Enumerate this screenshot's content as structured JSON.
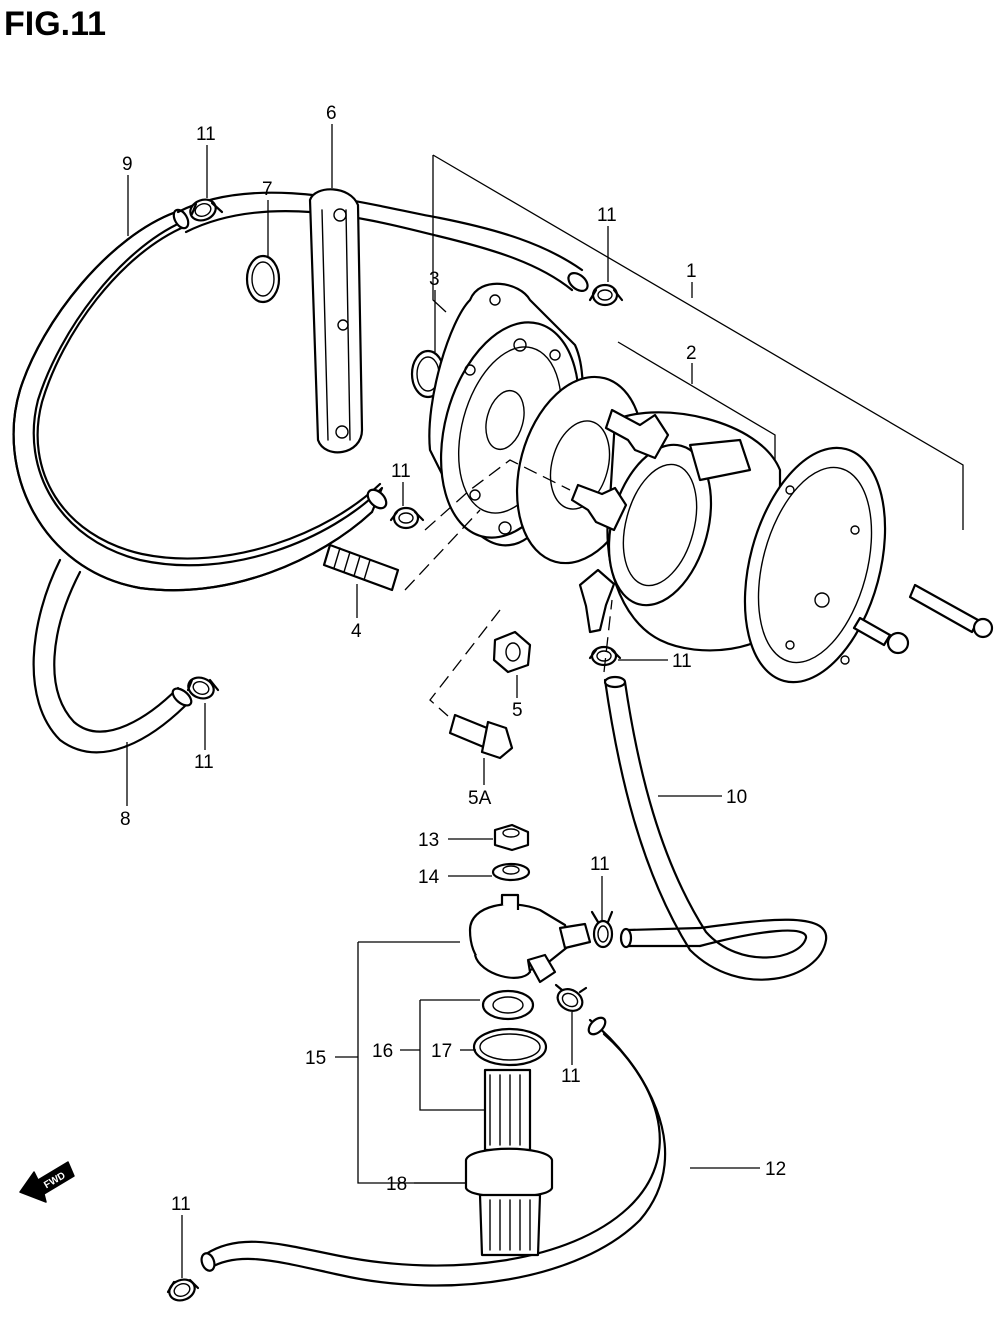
{
  "figure": {
    "title": "FIG.11"
  },
  "callouts": {
    "p1": "1",
    "p2": "2",
    "p3": "3",
    "p4": "4",
    "p5": "5",
    "p5a": "5A",
    "p6": "6",
    "p7": "7",
    "p8": "8",
    "p9": "9",
    "p10": "10",
    "p11a": "11",
    "p11b": "11",
    "p11c": "11",
    "p11d": "11",
    "p11e": "11",
    "p11f": "11",
    "p11g": "11",
    "p11h": "11",
    "p12": "12",
    "p13": "13",
    "p14": "14",
    "p15": "15",
    "p16": "16",
    "p17": "17",
    "p18": "18"
  },
  "fwd_arrow": {
    "label": "FWD",
    "icon": "forward-arrow-icon"
  }
}
